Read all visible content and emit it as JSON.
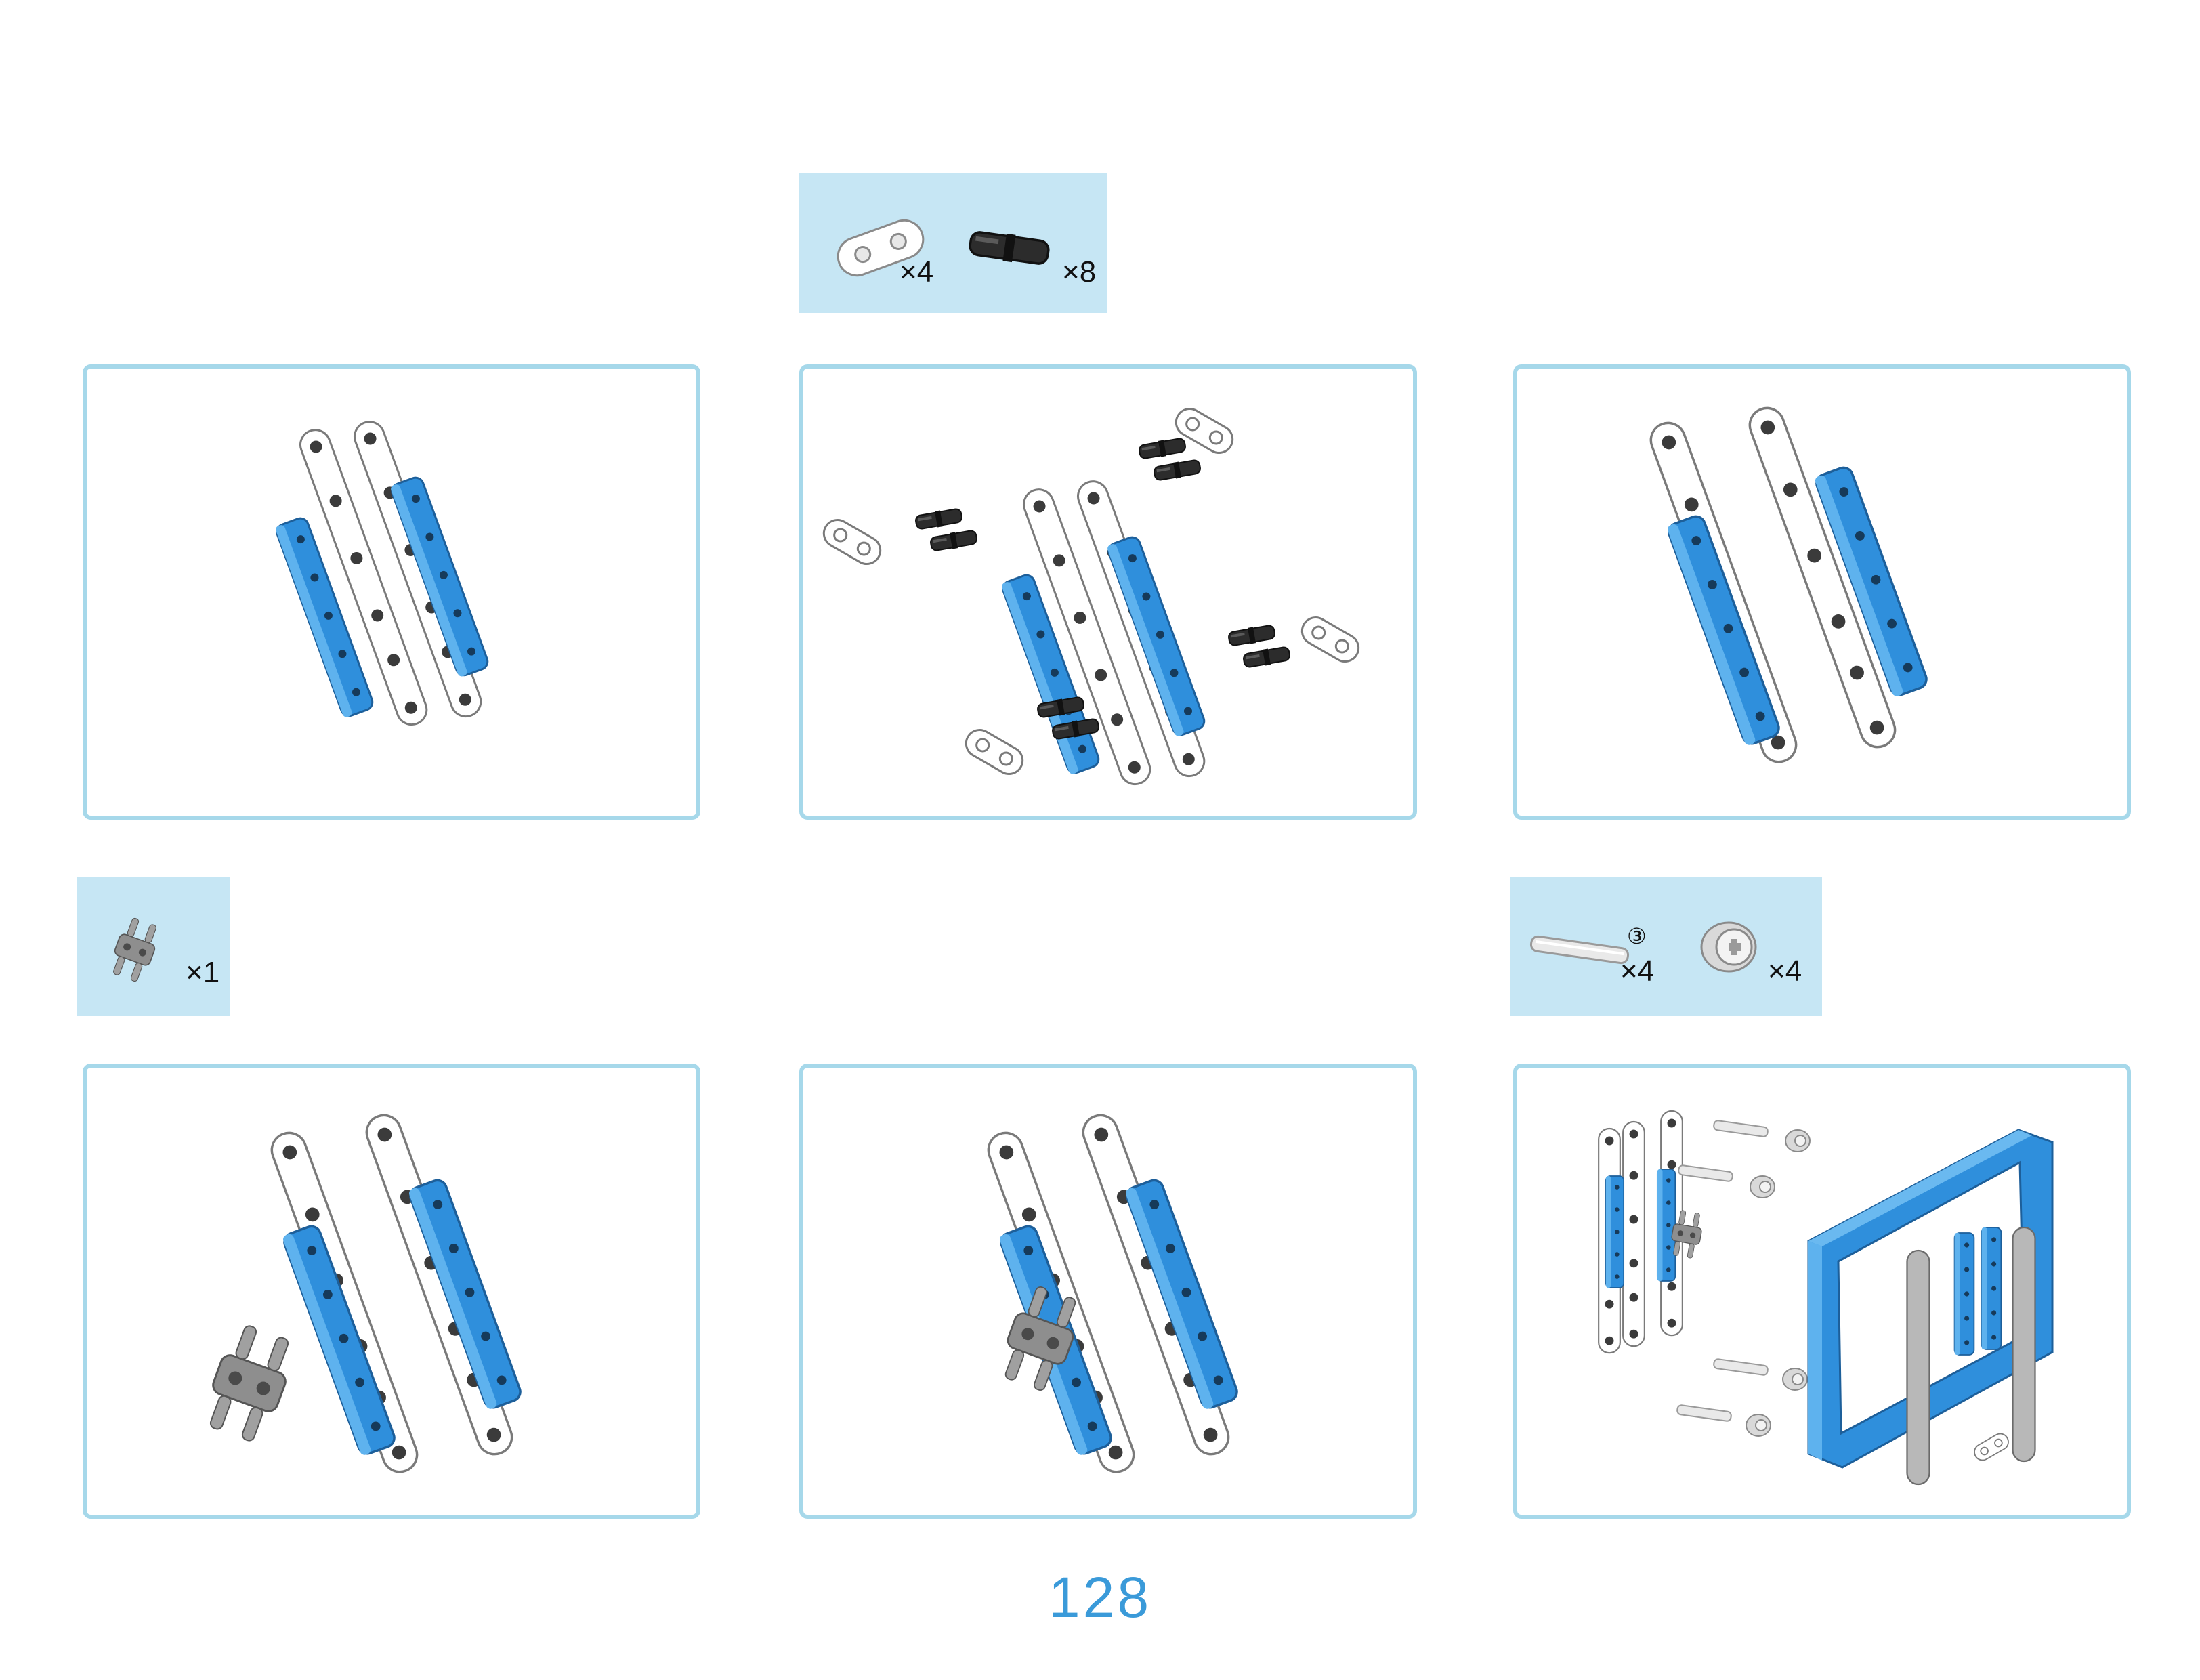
{
  "page": {
    "number": "128"
  },
  "colors": {
    "accent": "#3a9ad9",
    "panel_border": "#a6d8ea",
    "parts_bg": "#c6e6f4",
    "beam_blue": "#2f8fdc"
  },
  "parts_boxes": [
    {
      "items": [
        {
          "icon": "connector-icon",
          "qty": "×4"
        },
        {
          "icon": "pin-icon",
          "qty": "×8"
        }
      ]
    },
    {
      "items": [
        {
          "icon": "cross-block-icon",
          "qty": "×1"
        }
      ]
    },
    {
      "items": [
        {
          "icon": "axle-icon",
          "label": "③",
          "qty": "×4"
        },
        {
          "icon": "bush-icon",
          "qty": "×4"
        }
      ]
    }
  ],
  "steps": [
    {
      "name": "step-1"
    },
    {
      "name": "step-2"
    },
    {
      "name": "step-3"
    },
    {
      "name": "step-4"
    },
    {
      "name": "step-5"
    },
    {
      "name": "step-6"
    }
  ]
}
